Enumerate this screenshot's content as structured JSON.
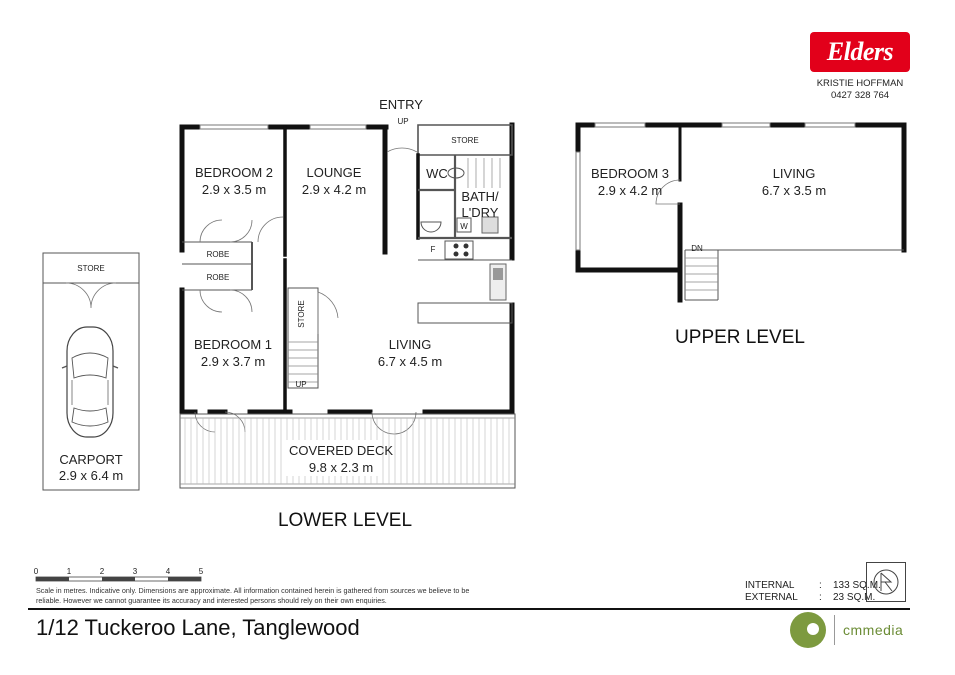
{
  "agency": {
    "logo_text": "Elders",
    "agent_name": "KRISTIE HOFFMAN",
    "agent_phone": "0427 328 764",
    "brand_color": "#e2001a"
  },
  "lower_level": {
    "label": "LOWER LEVEL",
    "entry_label": "ENTRY",
    "up_label": "UP",
    "rooms": {
      "bedroom2": {
        "name": "BEDROOM 2",
        "size": "2.9 x 3.5 m"
      },
      "lounge": {
        "name": "LOUNGE",
        "size": "2.9 x 4.2 m"
      },
      "bedroom1": {
        "name": "BEDROOM 1",
        "size": "2.9 x 3.7 m"
      },
      "living": {
        "name": "LIVING",
        "size": "6.7 x 4.5 m"
      },
      "deck": {
        "name": "COVERED DECK",
        "size": "9.8 x 2.3 m"
      },
      "carport": {
        "name": "CARPORT",
        "size": "2.9 x 6.4 m"
      },
      "wc": {
        "name": "WC"
      },
      "bath": {
        "name_line1": "BATH/",
        "name_line2": "L'DRY"
      },
      "store_top": {
        "name": "STORE"
      },
      "store_stair": {
        "name": "STORE"
      },
      "store_carport": {
        "name": "STORE"
      },
      "robe1": {
        "name": "ROBE"
      },
      "robe2": {
        "name": "ROBE"
      },
      "fridge": {
        "name": "F"
      },
      "washer": {
        "name": "W"
      },
      "stair_up": {
        "name": "UP"
      }
    }
  },
  "upper_level": {
    "label": "UPPER LEVEL",
    "down_label": "DN",
    "rooms": {
      "bedroom3": {
        "name": "BEDROOM 3",
        "size": "2.9 x 4.2 m"
      },
      "living": {
        "name": "LIVING",
        "size": "6.7 x 3.5 m"
      }
    }
  },
  "scale": {
    "ticks": [
      "0",
      "1",
      "2",
      "3",
      "4",
      "5"
    ],
    "disclaimer": "Scale in metres.  Indicative only.  Dimensions are approximate.  All information contained herein is gathered from sources we believe to be reliable.  However we cannot guarantee its accuracy and interested persons should rely on their own enquiries."
  },
  "areas": {
    "internal_label": "INTERNAL",
    "internal_value": "133 SQ.M.",
    "external_label": "EXTERNAL",
    "external_value": "23 SQ.M.",
    "separator": ":"
  },
  "address": "1/12 Tuckeroo Lane, Tanglewood",
  "credits": {
    "brand": "cmmedia",
    "brand_color": "#7d9a3f"
  }
}
